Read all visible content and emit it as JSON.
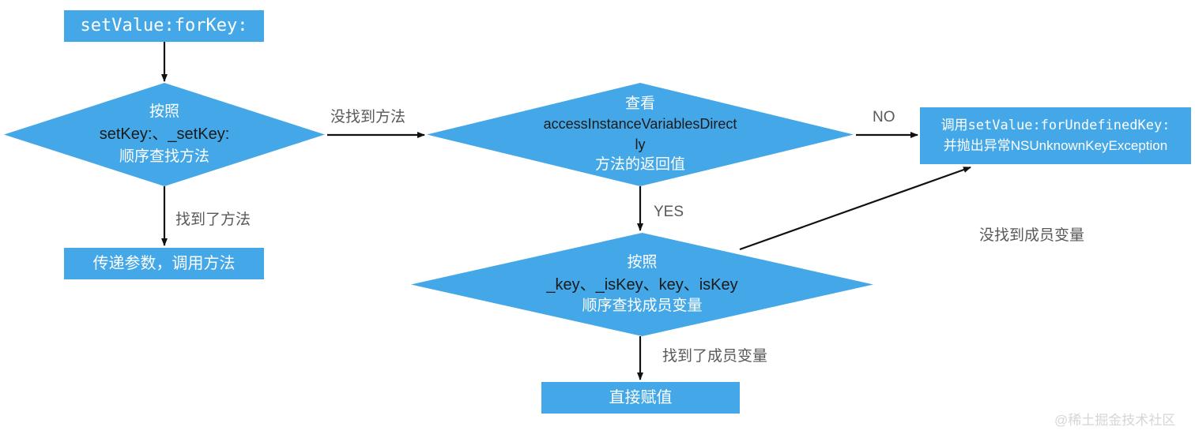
{
  "theme": {
    "node_fill": "#44A8E8",
    "node_text": "#ffffff",
    "code_text": "#1a1a1a",
    "edge_color": "#111111",
    "edge_label_color": "#595959",
    "background": "#ffffff",
    "watermark_color": "#d6d6d6"
  },
  "diagram": {
    "type": "flowchart",
    "title": "setValue:forKey: lookup flow",
    "nodes": {
      "setvalue": {
        "shape": "box",
        "line1": "setValue:forKey:"
      },
      "find_method": {
        "shape": "diamond",
        "line1": "按照",
        "line2": "setKey:、_setKey:",
        "line3": "顺序查找方法"
      },
      "call_method": {
        "shape": "box",
        "line1": "传递参数，调用方法"
      },
      "access_ivar": {
        "shape": "diamond",
        "line1": "查看",
        "line2": "accessInstanceVariablesDirect",
        "line3": "ly",
        "line4": "方法的返回值"
      },
      "undefined_key": {
        "shape": "box",
        "line1_prefix": "调用",
        "line1_code": "setValue:forUndefinedKey:",
        "line2": "并抛出异常NSUnknownKeyException"
      },
      "find_ivar": {
        "shape": "diamond",
        "line1": "按照",
        "line2": "_key、_isKey、key、isKey",
        "line3": "顺序查找成员变量"
      },
      "assign": {
        "shape": "box",
        "line1": "直接赋值"
      }
    },
    "edge_labels": {
      "method_not_found": "没找到方法",
      "method_found": "找到了方法",
      "no": "NO",
      "yes": "YES",
      "ivar_found": "找到了成员变量",
      "ivar_not_found": "没找到成员变量"
    }
  },
  "watermark": {
    "text": "@稀土掘金技术社区"
  }
}
